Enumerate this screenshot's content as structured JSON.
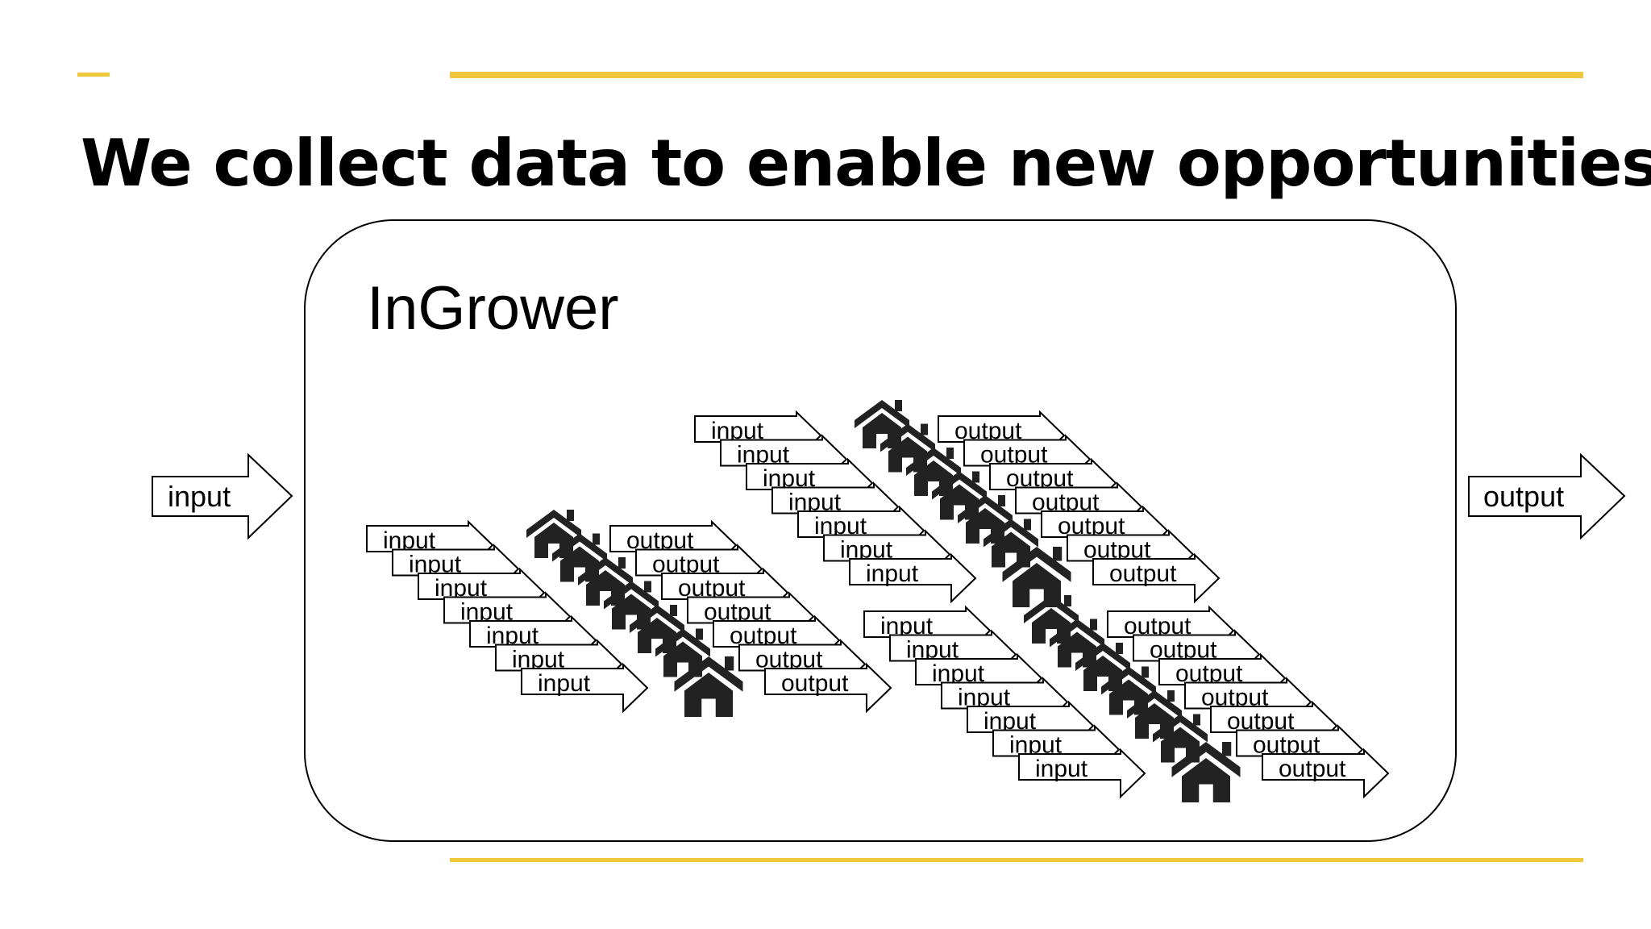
{
  "slide": {
    "title": "We collect data to enable new opportunities",
    "accent_color": "#f0c63a"
  },
  "diagram": {
    "system_label": "InGrower",
    "outer_input_label": "input",
    "outer_output_label": "output",
    "group_input_label": "input",
    "group_output_label": "output",
    "house_icon": "house-icon",
    "groups_count": 3,
    "rows_per_group": 7
  }
}
